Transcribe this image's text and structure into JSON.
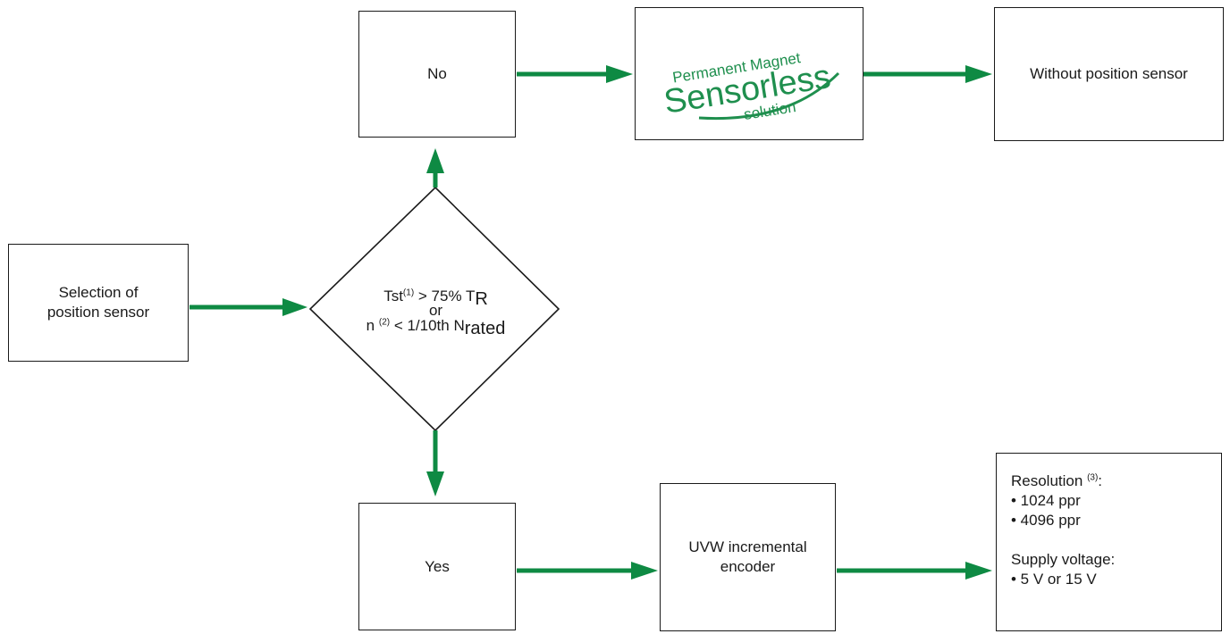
{
  "nodes": {
    "start": {
      "line1": "Selection of",
      "line2": "position sensor"
    },
    "decision": {
      "line1_main": "Tst",
      "line1_note": "(1)",
      "line1_rest": " > 75% T",
      "line1_sub": "R",
      "line2": "or",
      "line3_main": "n ",
      "line3_note": "(2)",
      "line3_rest": " < 1/10th N",
      "line3_sub": "rated"
    },
    "no": {
      "label": "No"
    },
    "yes": {
      "label": "Yes"
    },
    "logo": {
      "top": "Permanent Magnet",
      "middle": "Sensorless",
      "bottom": "solution"
    },
    "without": {
      "label": "Without position sensor"
    },
    "encoder": {
      "line1": "UVW incremental",
      "line2": "encoder"
    },
    "specs": {
      "resolution_label": "Resolution ",
      "resolution_note": "(3)",
      "resolution_colon": ":",
      "res_item1": "• 1024 ppr",
      "res_item2": "• 4096 ppr",
      "supply_label": "Supply voltage:",
      "supply_item1": "• 5 V or 15 V"
    }
  },
  "colors": {
    "arrow": "#0e8a43",
    "border": "#1a1a1a",
    "logo_green": "#1f8f4e"
  }
}
